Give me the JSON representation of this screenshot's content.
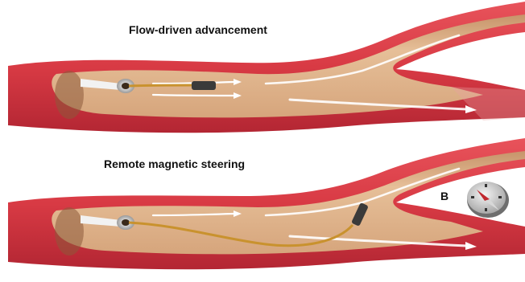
{
  "panels": [
    {
      "title": "Flow-driven advancement"
    },
    {
      "title": "Remote magnetic steering"
    }
  ],
  "field_label": "B",
  "colors": {
    "vessel_wall": "#d83a44",
    "vessel_wall_dark": "#b32633",
    "lumen": "#e2b790",
    "lumen_shadow": "#c7946a",
    "flow_arrow": "#ffffff",
    "catheter": "#c9922e",
    "magnet": "#3a3a3a",
    "compass_needle": "#c0282e"
  },
  "icons": [
    "catheter-tip-icon",
    "magnet-tip-icon",
    "compass-icon"
  ]
}
